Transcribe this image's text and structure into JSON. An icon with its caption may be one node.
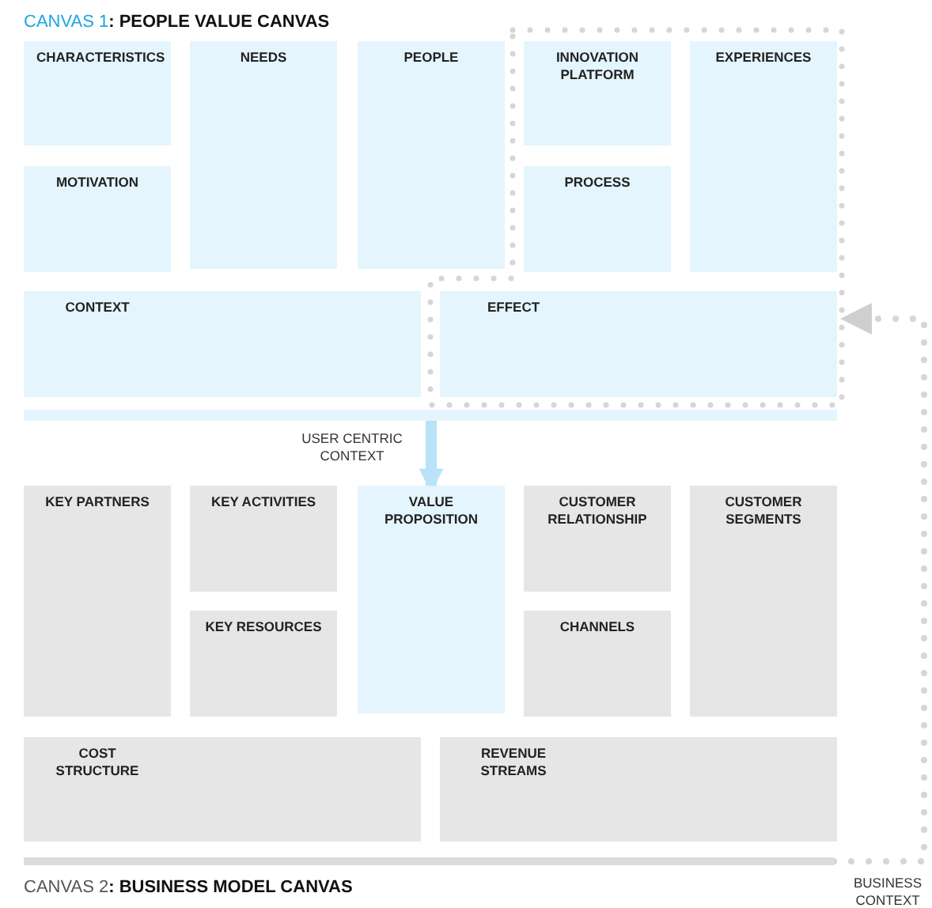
{
  "diagram": {
    "title": "CANVAS 1: PEOPLE VALUE CANVAS",
    "caption": "CANVAS 2: BUSINESS MODEL CANVAS",
    "nodes": [
      {
        "text": [
          "CHARACTERISTICS"
        ]
      },
      {
        "text": [
          "NEEDS"
        ]
      },
      {
        "text": [
          "PEOPLE"
        ]
      },
      {
        "text": [
          "INNOVATION PLATFORM"
        ]
      },
      {
        "text": [
          "EXPERIENCES"
        ]
      },
      {
        "text": [
          "MOTIVATION"
        ]
      },
      {
        "text": [
          "PROCESS"
        ]
      },
      {
        "text": [
          "CONTEXT"
        ]
      },
      {
        "text": [
          "EFFECT"
        ]
      },
      {
        "text": [],
        "shape": "bar"
      },
      {
        "text": [
          "KEY PARTNERS"
        ]
      },
      {
        "text": [
          "KEY ACTIVITIES"
        ]
      },
      {
        "text": [
          "VALUE PROPOSITION"
        ]
      },
      {
        "text": [
          "CUSTOMER RELATIONSHIP"
        ]
      },
      {
        "text": [
          "CUSTOMER SEGMENTS"
        ]
      },
      {
        "text": [
          "KEY RESOURCES"
        ]
      },
      {
        "text": [
          "CHANNELS"
        ]
      },
      {
        "text": [
          "COST STRUCTURE"
        ]
      },
      {
        "text": [
          "REVENUE STREAMS"
        ]
      },
      {
        "text": [],
        "shape": "bar"
      }
    ],
    "edges": [
      {
        "from": 9,
        "to": 12,
        "arrow": "to",
        "label": "USER CENTRIC CONTEXT"
      },
      {
        "from": 19,
        "to": 8,
        "arrow": "to",
        "label": "BUSINESS CONTEXT",
        "style": "dashed"
      }
    ]
  }
}
